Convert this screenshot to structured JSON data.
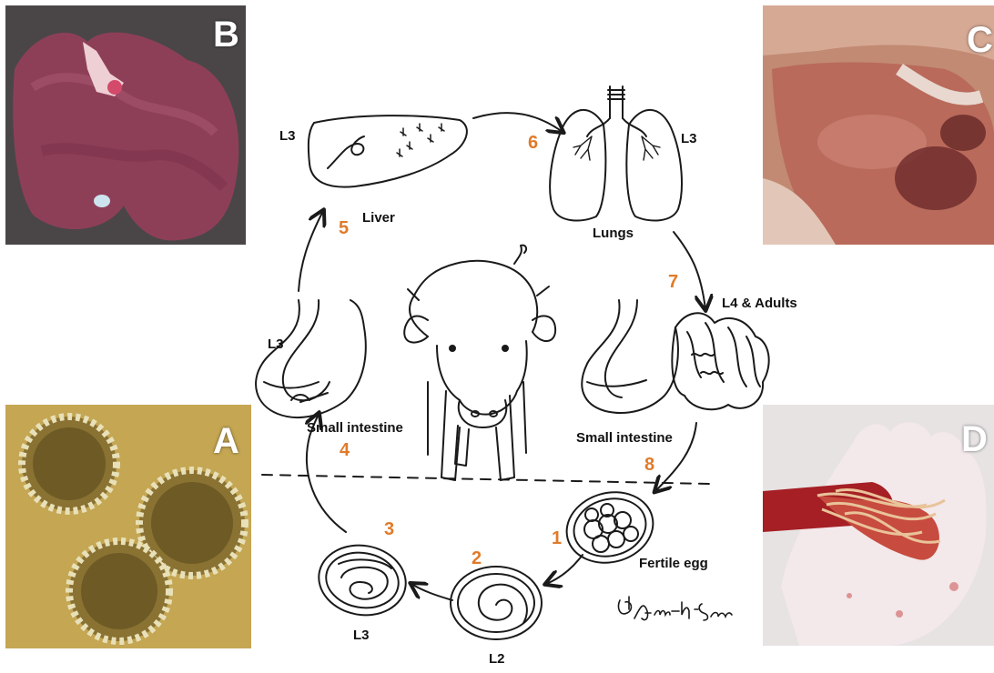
{
  "photos": {
    "a": {
      "letter": "A"
    },
    "b": {
      "letter": "B"
    },
    "c": {
      "letter": "C"
    },
    "d": {
      "letter": "D"
    }
  },
  "labels": {
    "liver_stage": "L3",
    "liver": "Liver",
    "lungs_stage": "L3",
    "lungs": "Lungs",
    "adults": "L4 & Adults",
    "small_intestine_right": "Small intestine",
    "stomach_stage": "L3",
    "small_intestine_left": "Small intestine",
    "fertile_egg": "Fertile egg",
    "egg_l2": "L2",
    "egg_l3": "L3"
  },
  "steps": [
    "1",
    "2",
    "3",
    "4",
    "5",
    "6",
    "7",
    "8"
  ],
  "colors": {
    "step_number": "#e07b2a",
    "line": "#1a1a1a",
    "letter": "#ffffff"
  },
  "icons": [
    "arrow",
    "pig",
    "liver",
    "lungs",
    "stomach",
    "intestine",
    "egg",
    "larva"
  ]
}
